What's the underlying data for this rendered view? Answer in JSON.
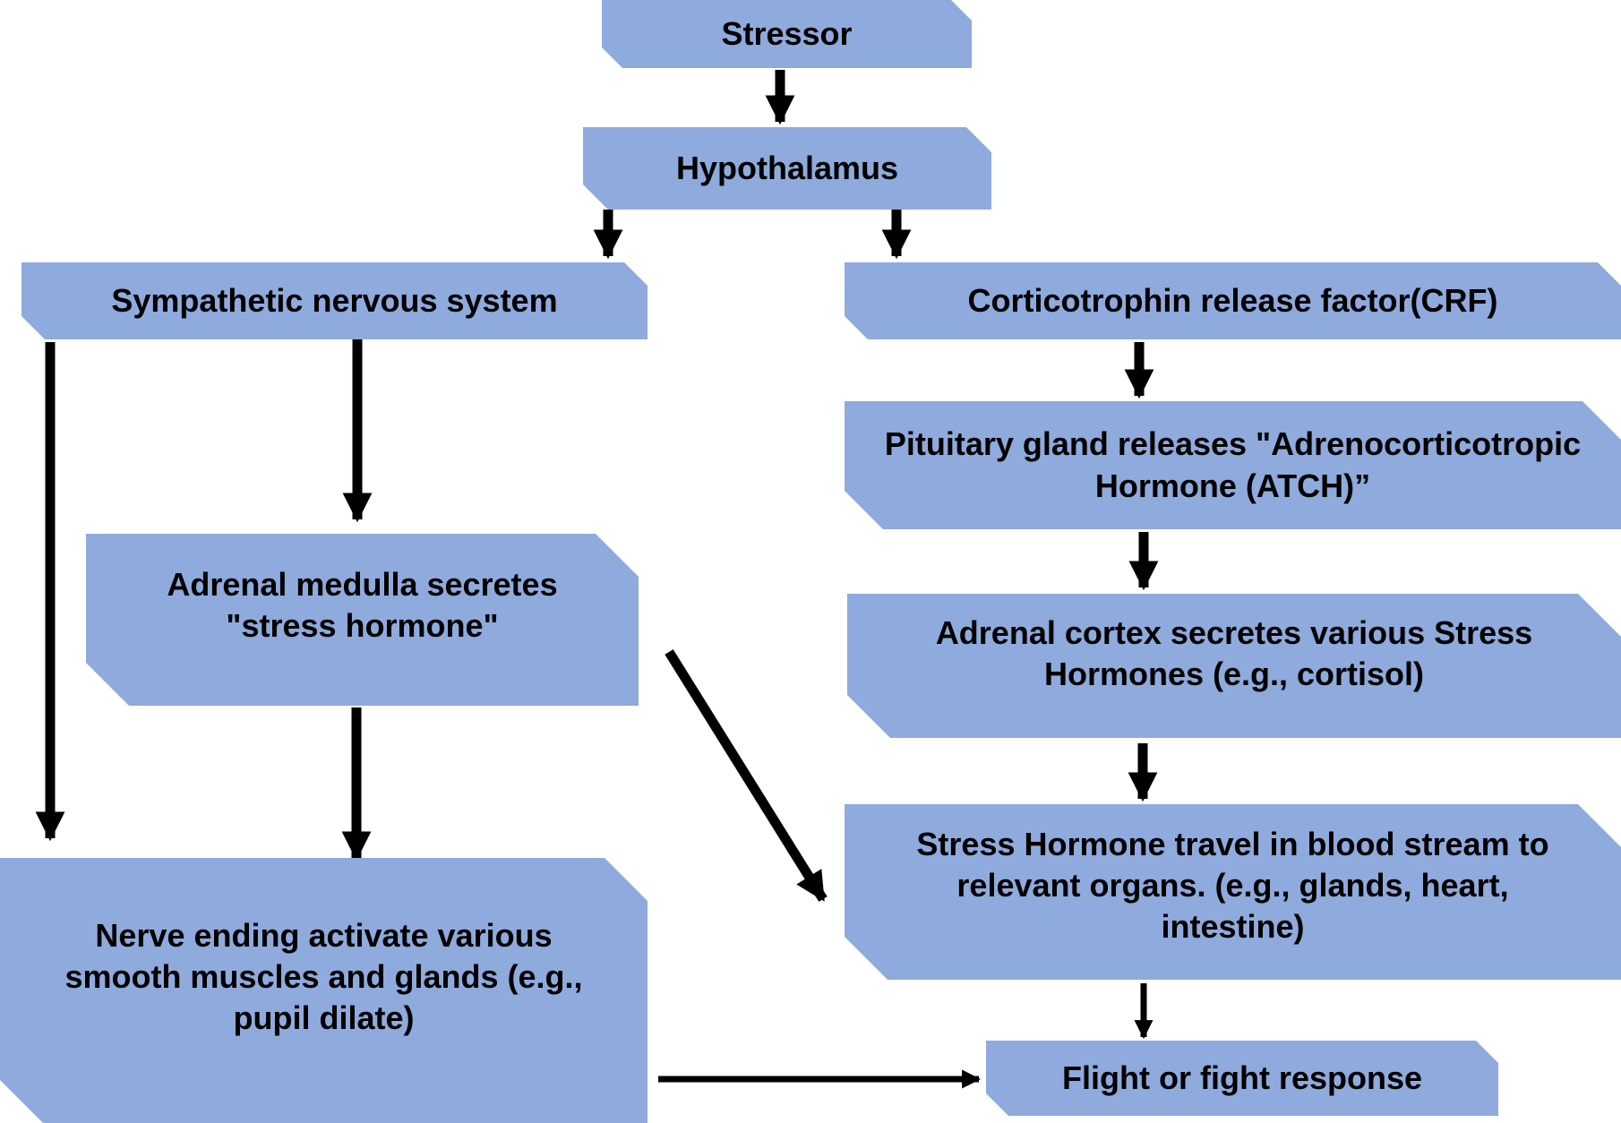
{
  "colors": {
    "box_fill": "#8faadc",
    "arrow": "#000000",
    "text": "#000000"
  },
  "nodes": {
    "stressor": "Stressor",
    "hypothalamus": "Hypothalamus",
    "sympathetic": "Sympathetic nervous system",
    "crf": "Corticotrophin release factor(CRF)",
    "pituitary": "Pituitary gland releases \"Adrenocorticotropic Hormone (ATCH)”",
    "adrenal_medulla": "Adrenal medulla secretes \"stress hormone\"",
    "adrenal_cortex": "Adrenal cortex secretes various Stress Hormones (e.g., cortisol)",
    "blood_stream": "Stress Hormone travel in blood stream to relevant organs. (e.g., glands, heart, intestine)",
    "nerve_ending": "Nerve ending activate various smooth muscles and glands (e.g., pupil dilate)",
    "flight_fight": "Flight or fight response"
  }
}
